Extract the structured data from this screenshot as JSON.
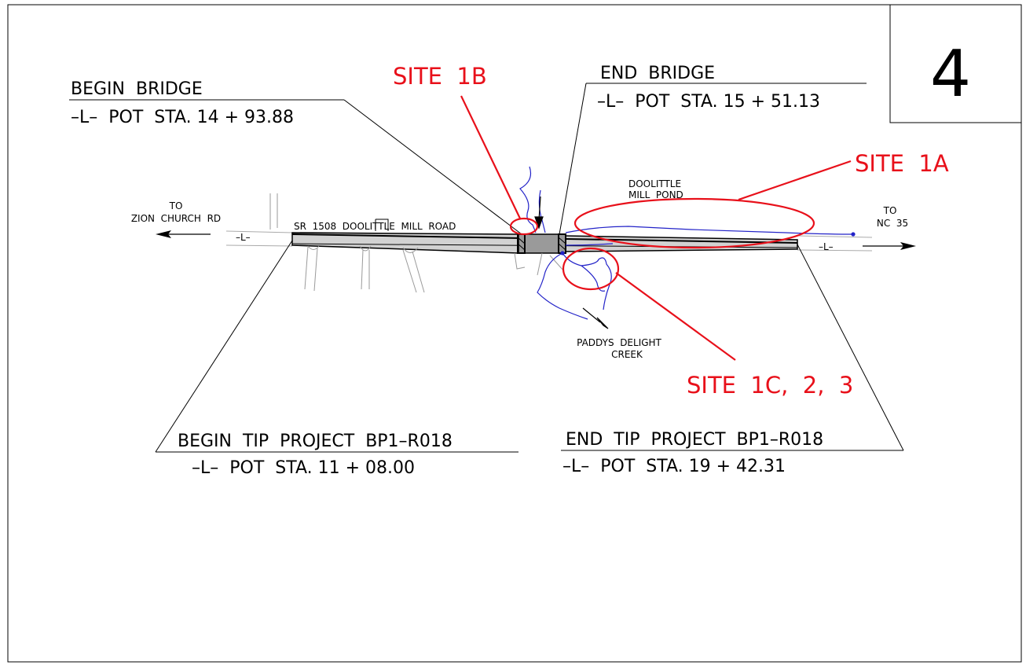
{
  "sheet_number": "4",
  "labels": {
    "begin_bridge_title": "BEGIN  BRIDGE",
    "begin_bridge_station": "–L–  POT  STA. 14 + 93.88",
    "end_bridge_title": "END  BRIDGE",
    "end_bridge_station": "–L–  POT  STA. 15 + 51.13",
    "begin_project_title": "BEGIN  TIP  PROJECT  BP1–R018",
    "begin_project_station": "–L–  POT  STA. 11 + 08.00",
    "end_project_title": "END  TIP  PROJECT  BP1–R018",
    "end_project_station": "–L–  POT  STA. 19 + 42.31",
    "to_west_line1": "TO",
    "to_west_line2": "ZION  CHURCH  RD",
    "to_east_line1": "TO",
    "to_east_line2": "NC  35",
    "road_name": "SR  1508  DOOLITTLE  MILL  ROAD",
    "alignment_west": "–L–",
    "alignment_east": "–L–",
    "pond_line1": "DOOLITTLE",
    "pond_line2": "MILL  POND",
    "creek_line1": "PADDYS  DELIGHT",
    "creek_line2": "CREEK"
  },
  "sites": {
    "site_1b": "SITE  1B",
    "site_1a": "SITE  1A",
    "site_1c": "SITE  1C,  2,  3"
  },
  "colors": {
    "site_red": "#e8101a",
    "stream_blue": "#2323c8",
    "road_fill": "#d2d2d2"
  }
}
